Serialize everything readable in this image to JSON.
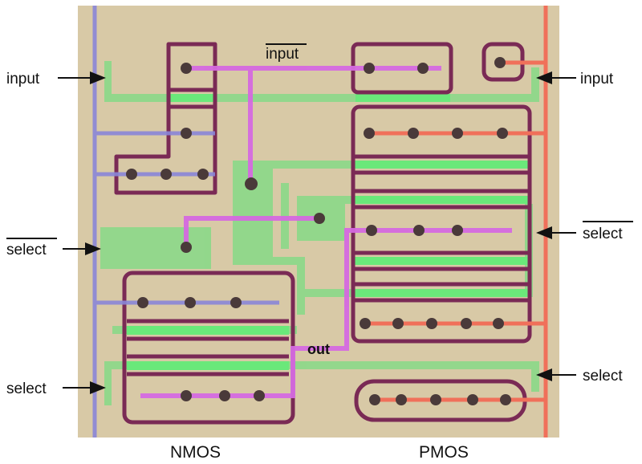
{
  "diagram": {
    "type": "cmos-layout-die-photo",
    "colors": {
      "substrate": "#d8c9a6",
      "ground_rail": "#8a86d8",
      "power_rail": "#f0705a",
      "metal_signal": "#d56ae0",
      "polysilicon": "#7dd87f",
      "polysilicon_bright": "#6ae87a",
      "diffusion_outline": "#7a2a55",
      "contact": "#4a3a3a"
    },
    "labels": {
      "input_left": "input",
      "input_bar_top": "input",
      "input_right": "input",
      "select_bar_left": "select",
      "select_bar_right": "select",
      "select_left": "select",
      "select_right": "select",
      "out": "out",
      "nmos": "NMOS",
      "pmos": "PMOS"
    },
    "notes": {
      "input_bar_top_overline": true,
      "select_bar_left_overline": true,
      "select_bar_right_overline": true
    }
  }
}
